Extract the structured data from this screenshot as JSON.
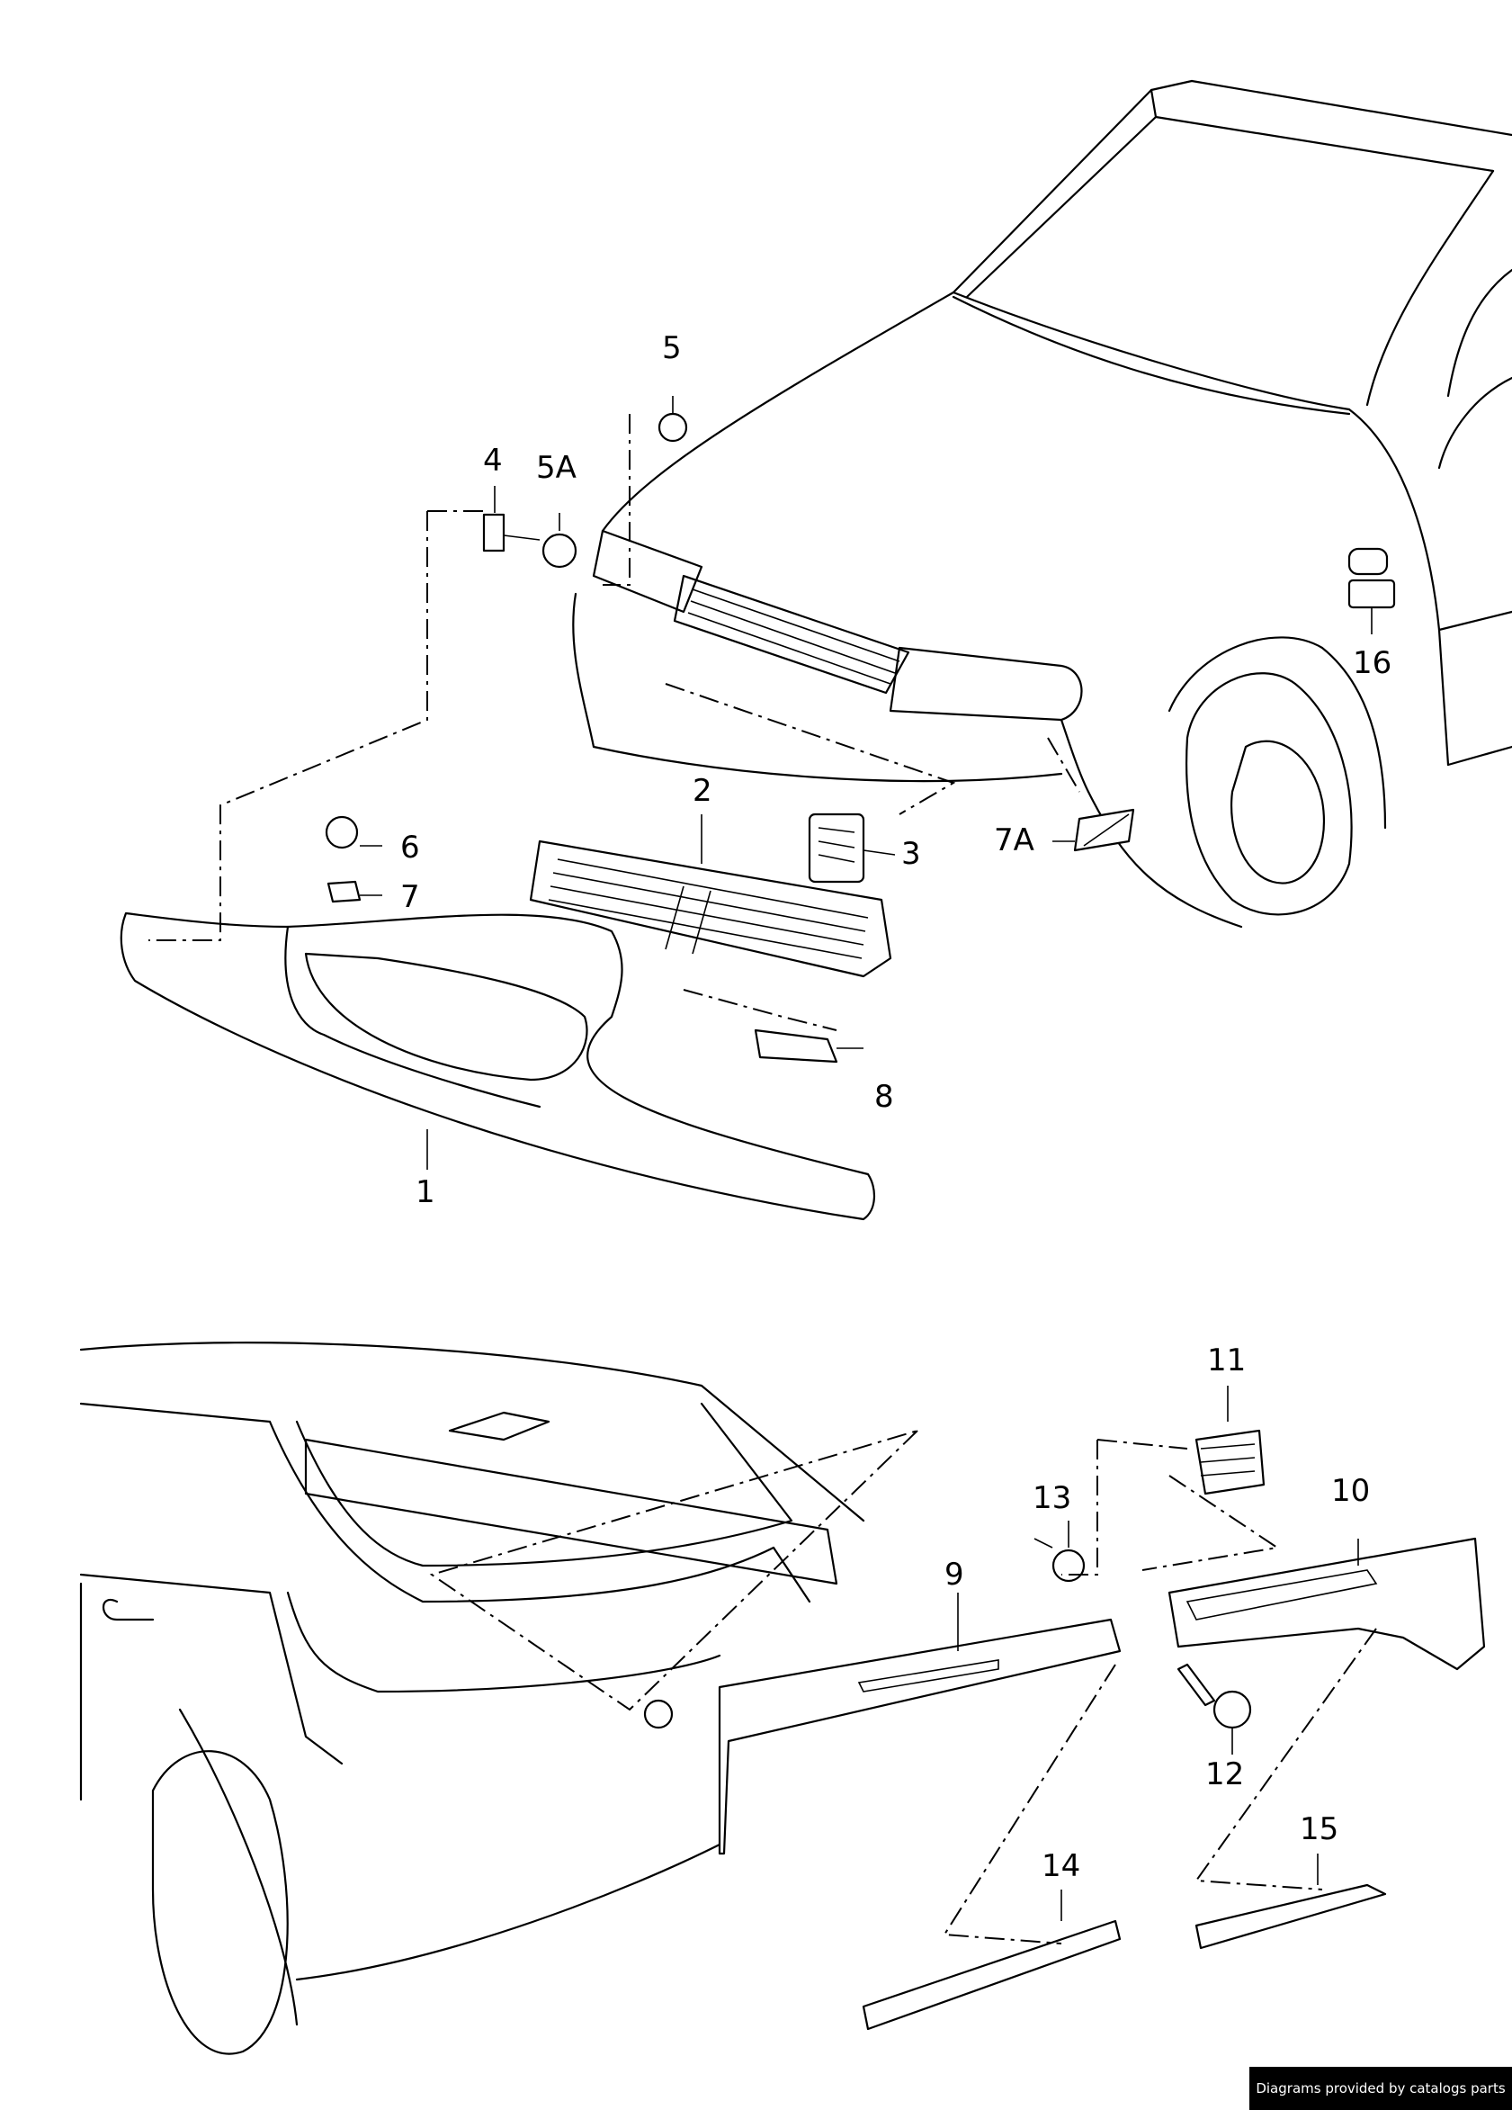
{
  "diagram": {
    "callouts": {
      "c1": "1",
      "c2": "2",
      "c3": "3",
      "c4": "4",
      "c5": "5",
      "c5a": "5A",
      "c6": "6",
      "c7": "7",
      "c7a": "7A",
      "c8": "8",
      "c9": "9",
      "c10": "10",
      "c11": "11",
      "c12": "12",
      "c13": "13",
      "c14": "14",
      "c15": "15",
      "c16": "16"
    },
    "credit": "Diagrams provided by catalogs parts"
  }
}
